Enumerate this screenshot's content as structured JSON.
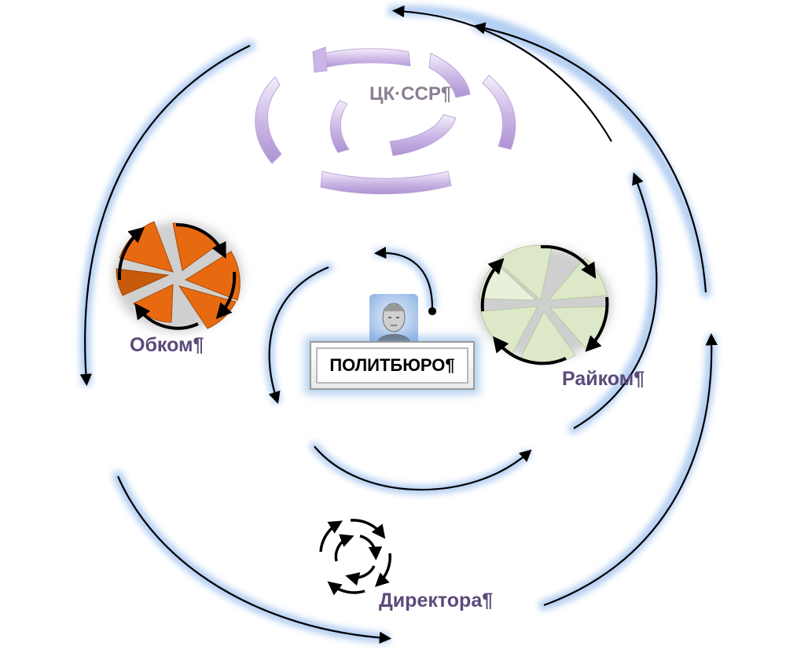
{
  "labels": {
    "ck": "ЦК·ССР¶",
    "obkom": "Обком¶",
    "raikom": "Райком¶",
    "directors": "Директора¶",
    "politburo": "ПОЛИТБЮРО¶"
  },
  "colors": {
    "glow": "#a9c8f0",
    "arrow": "#000000",
    "purple_label": "#5b4a7a",
    "obkom_fill": "#e86a10",
    "raikom_fill": "#dce8c8",
    "ck_arc": "#d8c8ec"
  },
  "icons": {
    "portrait": "person-portrait-icon"
  }
}
